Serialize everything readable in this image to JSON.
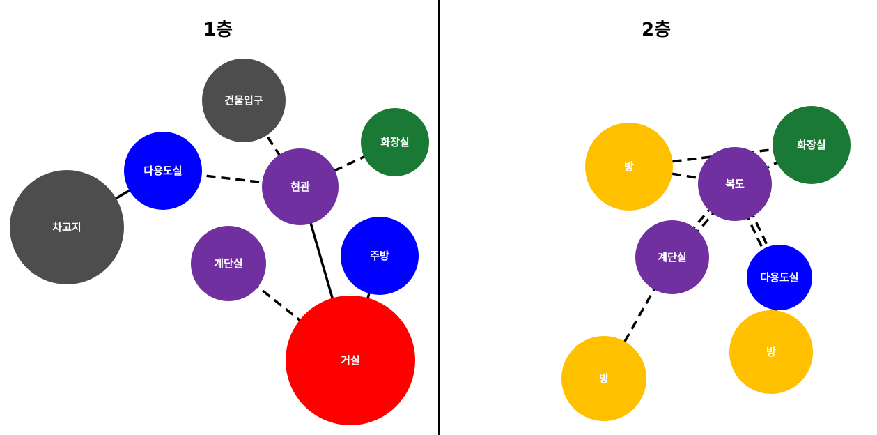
{
  "colors": {
    "purple": "#7030a0",
    "blue": "#0000ff",
    "gray": "#4d4d4d",
    "green": "#1a7a35",
    "red": "#ff0000",
    "yellow": "#ffc000",
    "divider": "#000000",
    "text": "#ffffff"
  },
  "floors": [
    {
      "title": "1층",
      "nodes": [
        {
          "id": "entrance",
          "label": "건물입구",
          "color": "gray"
        },
        {
          "id": "foyer",
          "label": "현관",
          "color": "purple"
        },
        {
          "id": "utility",
          "label": "다용도실",
          "color": "blue"
        },
        {
          "id": "garage",
          "label": "차고지",
          "color": "gray"
        },
        {
          "id": "toilet",
          "label": "화장실",
          "color": "green"
        },
        {
          "id": "stairs",
          "label": "계단실",
          "color": "purple"
        },
        {
          "id": "kitchen",
          "label": "주방",
          "color": "blue"
        },
        {
          "id": "living",
          "label": "거실",
          "color": "red"
        }
      ],
      "edges": [
        {
          "from": "entrance",
          "to": "foyer",
          "style": "dashed"
        },
        {
          "from": "utility",
          "to": "foyer",
          "style": "dashed"
        },
        {
          "from": "toilet",
          "to": "foyer",
          "style": "dashed"
        },
        {
          "from": "garage",
          "to": "utility",
          "style": "solid"
        },
        {
          "from": "foyer",
          "to": "living",
          "style": "solid"
        },
        {
          "from": "stairs",
          "to": "living",
          "style": "dashed"
        },
        {
          "from": "kitchen",
          "to": "living",
          "style": "solid"
        }
      ]
    },
    {
      "title": "2층",
      "nodes": [
        {
          "id": "room1",
          "label": "방",
          "color": "yellow"
        },
        {
          "id": "hall",
          "label": "복도",
          "color": "purple"
        },
        {
          "id": "toilet2",
          "label": "화장실",
          "color": "green"
        },
        {
          "id": "stairs2",
          "label": "계단실",
          "color": "purple"
        },
        {
          "id": "utility2",
          "label": "다용도실",
          "color": "blue"
        },
        {
          "id": "room2",
          "label": "방",
          "color": "yellow"
        },
        {
          "id": "room3",
          "label": "방",
          "color": "yellow"
        }
      ],
      "edges": [
        {
          "from": "room1",
          "to": "hall",
          "style": "dashed"
        },
        {
          "from": "room1",
          "to": "toilet2",
          "style": "dashed"
        },
        {
          "from": "hall",
          "to": "toilet2",
          "style": "dashed"
        },
        {
          "from": "hall",
          "to": "stairs2",
          "style": "dashed"
        },
        {
          "from": "hall",
          "to": "stairs2",
          "style": "dashed"
        },
        {
          "from": "hall",
          "to": "utility2",
          "style": "dashed"
        },
        {
          "from": "hall",
          "to": "utility2",
          "style": "dashed"
        },
        {
          "from": "stairs2",
          "to": "room2",
          "style": "dashed"
        },
        {
          "from": "utility2",
          "to": "room3",
          "style": "solid"
        }
      ]
    }
  ]
}
